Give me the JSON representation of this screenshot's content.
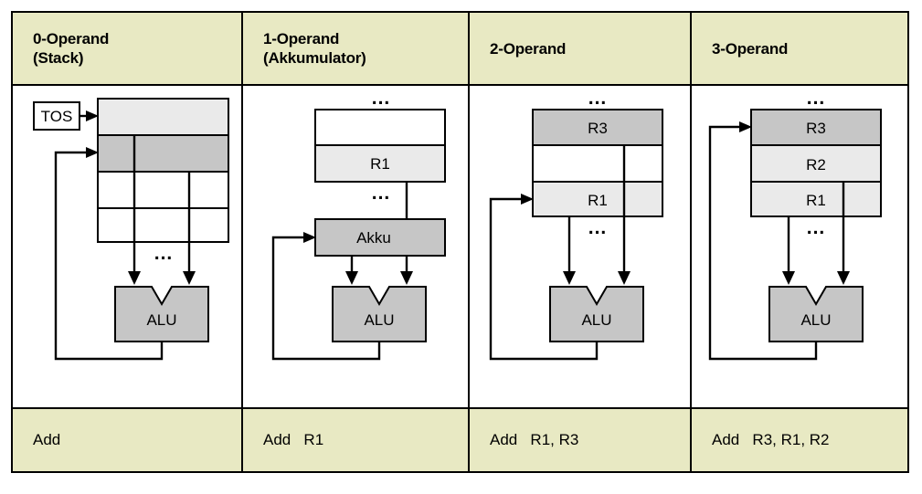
{
  "diagram": {
    "title_row": [
      {
        "label": "0-Operand\n(Stack)"
      },
      {
        "label": "1-Operand\n(Akkumulator)"
      },
      {
        "label": "2-Operand"
      },
      {
        "label": "3-Operand"
      }
    ],
    "instruction_row": [
      {
        "label": "Add"
      },
      {
        "label": "Add   R1"
      },
      {
        "label": "Add   R1, R3"
      },
      {
        "label": "Add   R3, R1, R2"
      }
    ],
    "colors": {
      "header_bg": "#e8e9c3",
      "footer_bg": "#e8e9c3",
      "cell_light": "#eaeaea",
      "cell_mid": "#c6c6c6",
      "cell_white": "#ffffff",
      "alu_fill": "#c6c6c6",
      "border": "#000000"
    },
    "columns": [
      {
        "name": "stack-column",
        "tos_label": "TOS",
        "ellipsis_below": "...",
        "alu_label": "ALU",
        "stack_cells": [
          {
            "label": "",
            "fill": "cell_light"
          },
          {
            "label": "",
            "fill": "cell_mid"
          },
          {
            "label": "",
            "fill": "cell_white"
          },
          {
            "label": "",
            "fill": "cell_white"
          }
        ]
      },
      {
        "name": "accumulator-column",
        "ellipsis_above": "...",
        "ellipsis_below": "...",
        "accumulator_label": "Akku",
        "alu_label": "ALU",
        "register_cells": [
          {
            "label": "",
            "fill": "cell_white"
          },
          {
            "label": "R1",
            "fill": "cell_light"
          }
        ]
      },
      {
        "name": "two-operand-column",
        "ellipsis_above": "...",
        "ellipsis_below": "...",
        "alu_label": "ALU",
        "register_cells": [
          {
            "label": "R3",
            "fill": "cell_mid"
          },
          {
            "label": "",
            "fill": "cell_white"
          },
          {
            "label": "R1",
            "fill": "cell_light"
          }
        ]
      },
      {
        "name": "three-operand-column",
        "ellipsis_above": "...",
        "ellipsis_below": "...",
        "alu_label": "ALU",
        "register_cells": [
          {
            "label": "R3",
            "fill": "cell_mid"
          },
          {
            "label": "R2",
            "fill": "cell_light"
          },
          {
            "label": "R1",
            "fill": "cell_light"
          }
        ]
      }
    ]
  }
}
